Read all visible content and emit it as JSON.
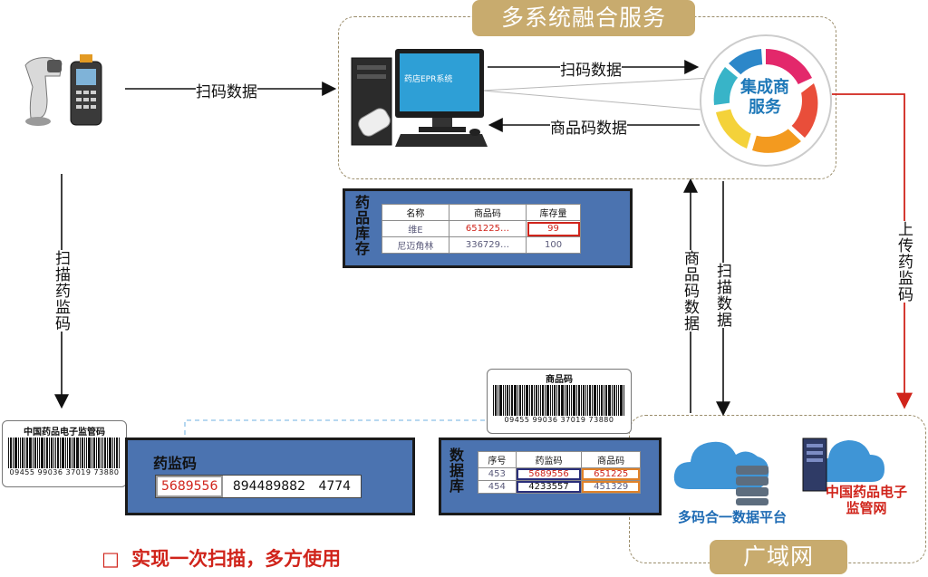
{
  "title_banner": "多系统融合服务",
  "wan_banner": "广域网",
  "arrows": {
    "scan_data_top": "扫码数据",
    "scan_data_pc": "扫码数据",
    "product_code_data_pc": "商品码数据",
    "scan_drug_code": "扫描药监码",
    "product_code_data_v": "商品码数据",
    "scan_data_v": "扫描数据",
    "upload_drug_code": "上传药监码"
  },
  "pc_screen_text": "药店EPR系统",
  "service_circle_label": "集成商服务",
  "inventory": {
    "side_label": "药品库存",
    "headers": [
      "名称",
      "商品码",
      "库存量"
    ],
    "rows": [
      [
        "维E",
        "651225…",
        "99"
      ],
      [
        "尼迈角林",
        "336729…",
        "100"
      ]
    ]
  },
  "product_barcode": {
    "title": "商品码",
    "number": "09455 99036 37019 73880"
  },
  "drug_barcode": {
    "title": "中国药品电子监管码",
    "number": "09455 99036 37019 73880"
  },
  "drug_code_box": {
    "label": "药监码",
    "code_red": "5689556",
    "code_rest_1": "894489882",
    "code_rest_2": "4774"
  },
  "database": {
    "side_label": "数据库",
    "headers": [
      "序号",
      "药监码",
      "商品码"
    ],
    "rows": [
      [
        "453",
        "5689556",
        "651225"
      ],
      [
        "454",
        "4233557",
        "451329"
      ]
    ]
  },
  "cloud_platform_label": "多码合一数据平台",
  "regulator_label": "中国药品电子监管网",
  "slogan": "实现一次扫描，多方使用",
  "slogan_marker": "□"
}
